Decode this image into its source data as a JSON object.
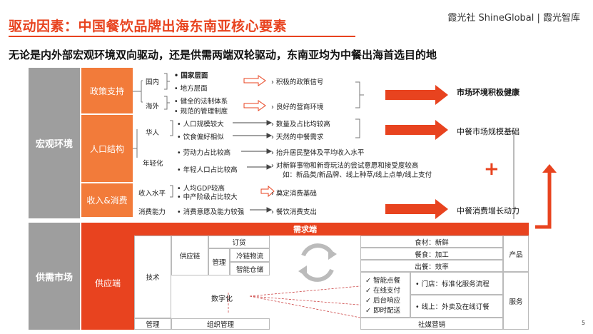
{
  "title": "驱动因素：中国餐饮品牌出海东南亚核心要素",
  "brand": "霞光社 ShineGlobal | 霞光智库",
  "subtitle": "无论是内外部宏观环境双向驱动，还是供需两端双轮驱动，东南亚均为中餐出海首选目的地",
  "macro": {
    "label": "宏观环境",
    "policy": {
      "label": "政策支持",
      "domestic": "国内",
      "national": "国家层面",
      "local": "地方层面",
      "foreign": "海外",
      "law": "健全的法制体系",
      "mgmt": "规范的管理制度",
      "out1": "积极的政策信号",
      "out2": "良好的营商环境"
    },
    "population": {
      "label": "人口结构",
      "chinese": "华人",
      "p1": "人口规模较大",
      "p2": "饮食偏好相似",
      "o1": "数量及占比均较高",
      "o2": "天然的中餐需求",
      "young": "年轻化",
      "p3": "劳动力占比较高",
      "p4": "年轻人口占比较高",
      "o3": "抬升居民整体及平均收入水平",
      "o4": "对新鲜事物和新奇玩法的尝试意愿和接受度较高",
      "o5": "如：新品类/新品牌、线上种草/线上点单/线上支付"
    },
    "consumption": {
      "label": "收入&消费",
      "income": "收入水平",
      "i1": "人均GDP较高",
      "i2": "中产阶级占比较大",
      "io": "奠定消费基础",
      "ability": "消费能力",
      "a1": "消费意愿及能力较强",
      "ao": "餐饮消费支出"
    },
    "results": {
      "r1": "市场环境积极健康",
      "r2": "中餐市场规模基础",
      "plus": "+",
      "r3": "中餐消费增长动力"
    }
  },
  "supply": {
    "label": "供需市场",
    "demand": "需求端",
    "supplyside": "供应端",
    "tech": "技术",
    "chain": "供应链",
    "order": "订货",
    "manage": "管理",
    "cold": "冷链物流",
    "warehouse": "智能仓储",
    "digital": "数字化",
    "manage2": "管理",
    "orgmgmt": "组织管理",
    "food": "食材：新鲜",
    "meal": "餐食：加工",
    "serve": "出餐：效率",
    "product": "产品",
    "checks": [
      "智能点餐",
      "在线支付",
      "后台响应",
      "即时配送"
    ],
    "store": "• 门店：标准化服务流程",
    "online": "• 线上：外卖及在线订餐",
    "service": "服务",
    "social": "社媒营销"
  },
  "page_number": "5"
}
